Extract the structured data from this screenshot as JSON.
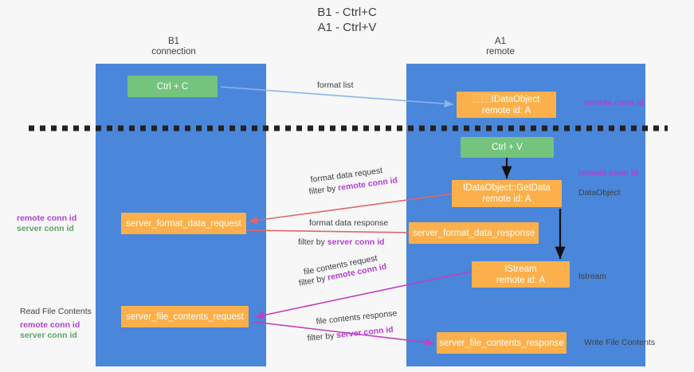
{
  "title": "B1 - Ctrl+C\nA1 - Ctrl+V",
  "columns": [
    {
      "name": "b1",
      "label": "B1\nconnection"
    },
    {
      "name": "a1",
      "label": "A1\nremote"
    }
  ],
  "nodes": {
    "ctrl_c": "Ctrl + C",
    "idataobject": "⿰⿲IDataObject\nremote id: A",
    "ctrl_v": "Ctrl + V",
    "getdata": "IDataObject::GetData\nremote id: A",
    "server_format_data_request": "server_format_data_request",
    "server_format_data_response": "server_format_data_response",
    "istream": "IStream\nremote id: A",
    "server_file_contents_request": "server_file_contents_request",
    "server_file_contents_response": "server_file_contents_response"
  },
  "edges": {
    "format_list": "format list",
    "format_data_request": "format data request",
    "format_data_request_filter_prefix": "filter by ",
    "format_data_request_filter_key": "remote conn id",
    "format_data_response": "format data response",
    "format_data_response_filter_prefix": "filter by ",
    "format_data_response_filter_key": "server conn id",
    "file_contents_request": "file contents request",
    "file_contents_request_filter_prefix": "filter by ",
    "file_contents_request_filter_key": "remote conn id",
    "file_contents_response": "file contents response",
    "file_contents_response_filter_prefix": "filter by ",
    "file_contents_response_filter_key": "server conn id"
  },
  "side_labels": {
    "right_remote_top": "remote conn id",
    "right_remote_mid": "remote conn id",
    "right_dataobject": "DataObject",
    "right_istream": "Istream",
    "right_write_file_contents": "Write File Contents",
    "left_remote_mid": "remote conn id",
    "left_server_mid": "server conn id",
    "left_read_file_contents": "Read File Contents",
    "left_remote_bottom": "remote conn id",
    "left_server_bottom": "server conn id"
  },
  "colors": {
    "lane": "#4a86d9",
    "green": "#74c47e",
    "orange": "#fbb04b",
    "remote_key": "#b23fd0",
    "server_key": "#5aa469",
    "arrow_blue": "#8ab4e8",
    "arrow_red": "#e06666",
    "arrow_magenta": "#c040c0",
    "arrow_black": "#111111",
    "divider": "#222222",
    "background": "#f7f7f7"
  }
}
